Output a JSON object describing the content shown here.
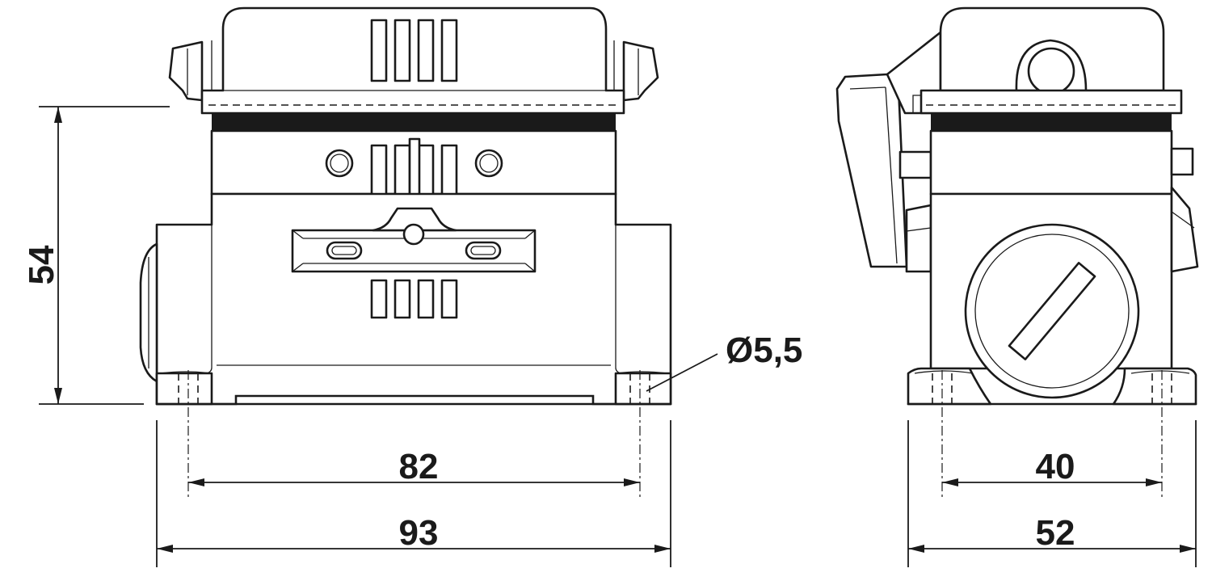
{
  "drawing": {
    "front_view": {
      "height_label": "54",
      "hole_diameter_label": "Ø5,5",
      "hole_spacing_label": "82",
      "overall_width_label": "93"
    },
    "side_view": {
      "hole_spacing_label": "40",
      "overall_depth_label": "52"
    },
    "line_color": "#1a1a1a",
    "background_color": "#ffffff"
  }
}
